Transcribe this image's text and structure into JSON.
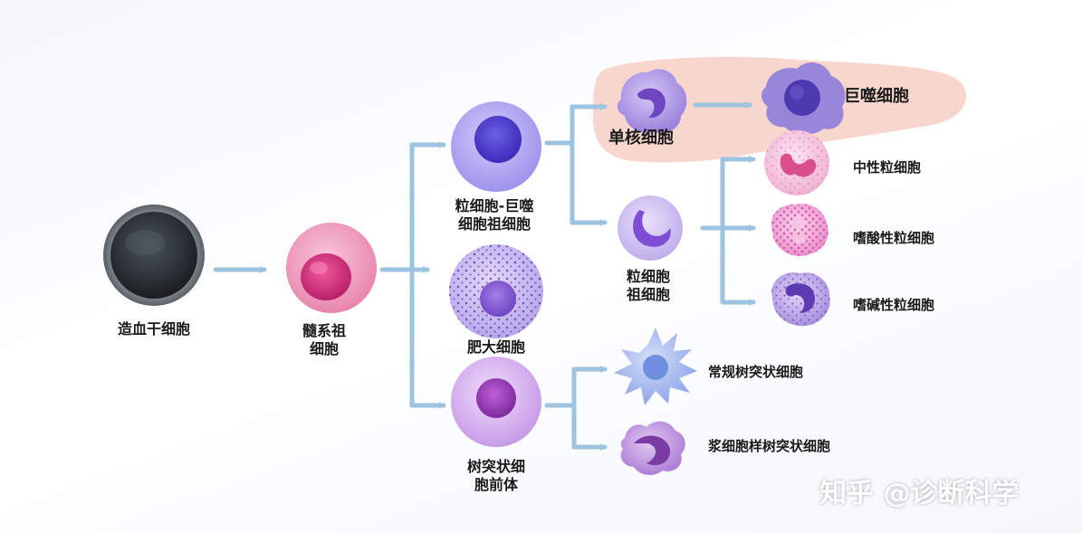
{
  "labels": {
    "hsc": "造血干细胞",
    "myeloid_1": "髓系祖",
    "myeloid_2": "细胞",
    "gmp_1": "粒细胞-巨噬",
    "gmp_2": "细胞祖细胞",
    "mast": "肥大细胞",
    "dc_pre_1": "树突状细",
    "dc_pre_2": "胞前体",
    "monocyte": "单核细胞",
    "macrophage": "巨噬细胞",
    "gran_prog_1": "粒细胞",
    "gran_prog_2": "祖细胞",
    "neutrophil": "中性粒细胞",
    "eosinophil": "嗜酸性粒细胞",
    "basophil": "嗜碱性粒细胞",
    "cdc": "常规树突状细胞",
    "pdc": "浆细胞样树突状细胞"
  },
  "watermark": "知乎 @诊断科学",
  "colors": {
    "arrow": "#9cc4e0",
    "highlight": "#f6d2c8",
    "hsc": "#2c3138",
    "myeloid": "#e8609a",
    "gmp": "#8f86e8",
    "mast": "#a88fe0",
    "dc": "#c896ea",
    "monocyte": "#a98fe0",
    "macrophage": "#9b86dc",
    "neutrophil": "#f2b8d8",
    "eosinophil": "#ee9cd4",
    "basophil": "#b9a2e6",
    "cdc": "#9fb4ee",
    "pdc": "#b58ad8"
  }
}
